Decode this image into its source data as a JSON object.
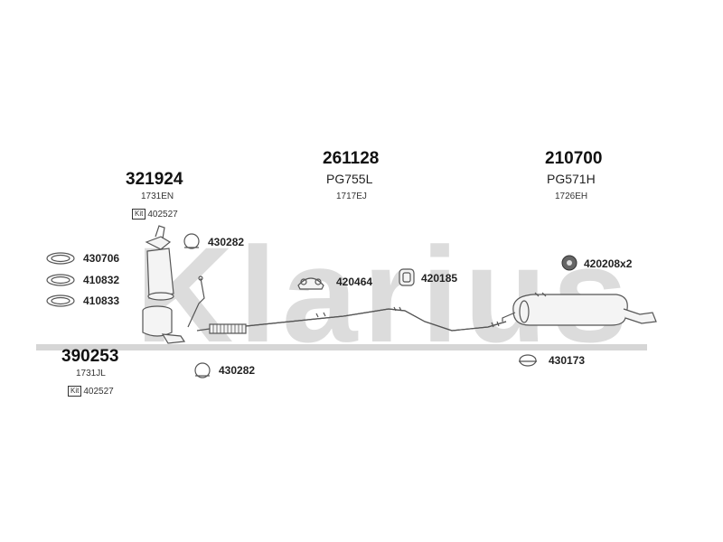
{
  "watermark": "Klarius",
  "groups": [
    {
      "id": "321924",
      "sub": "1731EN",
      "kit": "402527"
    },
    {
      "id": "261128",
      "model": "PG755L",
      "sub": "1717EJ"
    },
    {
      "id": "210700",
      "model": "PG571H",
      "sub": "1726EH"
    },
    {
      "id": "390253",
      "sub": "1731JL",
      "kit": "402527"
    }
  ],
  "kit_icon_label": "Kit",
  "parts": {
    "ring_430706": "430706",
    "ring_410832": "410832",
    "ring_410833": "410833",
    "clamp_top": "430282",
    "clamp_bottom": "430282",
    "hanger_420464": "420464",
    "hanger_420185": "420185",
    "mount_420208": "420208x2",
    "clamp_430173": "430173"
  },
  "colors": {
    "watermark": "#dcdcdc",
    "line": "#555555",
    "text": "#1a1a1a"
  }
}
